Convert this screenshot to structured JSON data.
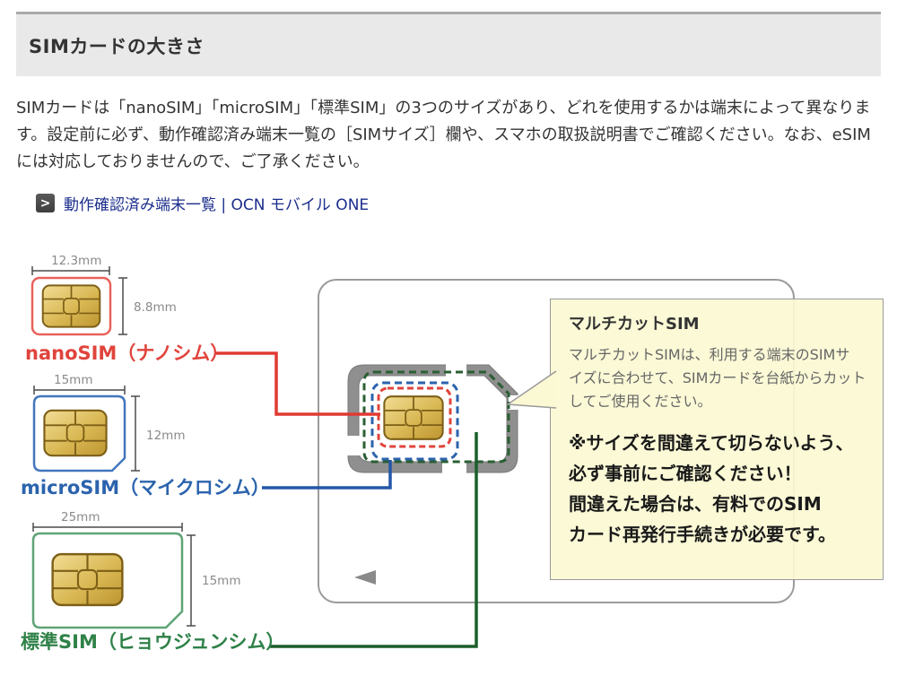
{
  "header": {
    "title": "SIMカードの大きさ"
  },
  "intro": "SIMカードは「nanoSIM」「microSIM」「標準SIM」の3つのサイズがあり、どれを使用するかは端末によって異なります。設定前に必ず、動作確認済み端末一覧の［SIMサイズ］欄や、スマホの取扱説明書でご確認ください。なお、eSIMには対応しておりませんので、ご了承ください。",
  "link": {
    "label": "動作確認済み端末一覧 | OCN モバイル ONE",
    "icon": "chevron-right",
    "icon_glyph": "&gt;"
  },
  "diagram": {
    "nano": {
      "label": "nanoSIM（ナノシム）",
      "width": "12.3mm",
      "height": "8.8mm",
      "color": "#e0443c"
    },
    "micro": {
      "label": "microSIM（マイクロシム）",
      "width": "15mm",
      "height": "12mm",
      "color": "#2b63ad"
    },
    "standard": {
      "label": "標準SIM（ヒョウジュンシム）",
      "width": "25mm",
      "height": "15mm",
      "color": "#2f8148"
    },
    "callout": {
      "title": "マルチカットSIM",
      "body": "マルチカットSIMは、利用する端末のSIMサ\nイズに合わせて、SIMカードを台紙からカット\nしてご使用ください。",
      "warning": "※サイズを間違えて切らないよう、\n必ず事前にご確認ください！\n間違えた場合は、有料でのSIM\nカード再発行手続きが必要です。"
    }
  },
  "colors": {
    "nano_red": "#e0443c",
    "micro_blue": "#2b63ad",
    "standard_green": "#2f8148",
    "line_green": "#1b5e2a",
    "link_navy": "#1b2d8c",
    "callout_bg": "#fbf8d2",
    "frame_gray": "#8f8f8f",
    "header_bg": "#e9e9e9"
  }
}
